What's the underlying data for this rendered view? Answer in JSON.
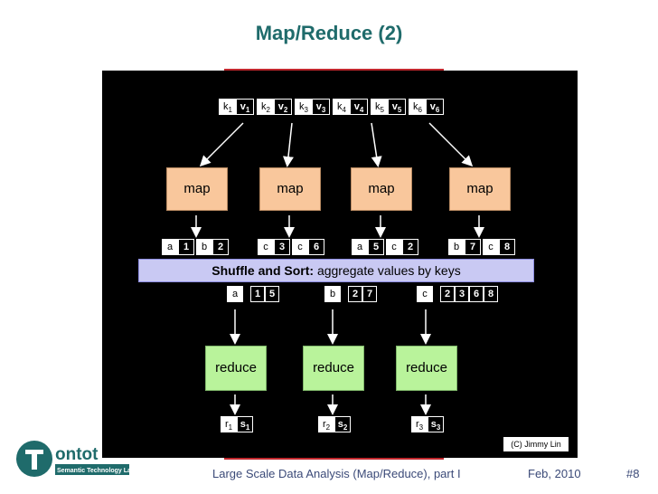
{
  "slide": {
    "title": "Map/Reduce (2)",
    "footer_text": "Large Scale Data Analysis (Map/Reduce), part I",
    "date": "Feb, 2010",
    "slide_number": "#8",
    "credit": "(C) Jimmy Lin"
  },
  "logo": {
    "name": "ontotext",
    "tagline": "Semantic Technology Lab",
    "brand_color": "#1f6b6b"
  },
  "input_pairs": [
    {
      "k": "k1",
      "v": "v1"
    },
    {
      "k": "k2",
      "v": "v2"
    },
    {
      "k": "k3",
      "v": "v3"
    },
    {
      "k": "k4",
      "v": "v4"
    },
    {
      "k": "k5",
      "v": "v5"
    },
    {
      "k": "k6",
      "v": "v6"
    }
  ],
  "map_label": "map",
  "map_outputs": [
    [
      {
        "k": "a",
        "v": "1"
      },
      {
        "k": "b",
        "v": "2"
      }
    ],
    [
      {
        "k": "c",
        "v": "3"
      },
      {
        "k": "c",
        "v": "6"
      }
    ],
    [
      {
        "k": "a",
        "v": "5"
      },
      {
        "k": "c",
        "v": "2"
      }
    ],
    [
      {
        "k": "b",
        "v": "7"
      },
      {
        "k": "c",
        "v": "8"
      }
    ]
  ],
  "shuffle": {
    "bold": "Shuffle and Sort:",
    "rest": " aggregate values by keys"
  },
  "grouped": [
    {
      "key": "a",
      "values": [
        "1",
        "5"
      ]
    },
    {
      "key": "b",
      "values": [
        "2",
        "7"
      ]
    },
    {
      "key": "c",
      "values": [
        "2",
        "3",
        "6",
        "8"
      ]
    }
  ],
  "reduce_label": "reduce",
  "reduce_outputs": [
    {
      "r": "r1",
      "s": "s1"
    },
    {
      "r": "r2",
      "s": "s2"
    },
    {
      "r": "r3",
      "s": "s3"
    }
  ],
  "colors": {
    "title": "#1f6b6b",
    "map_fill": "#f9c79c",
    "reduce_fill": "#b9f39b",
    "shuffle_fill": "#c9c9f3",
    "accent_line": "#c0272d"
  }
}
